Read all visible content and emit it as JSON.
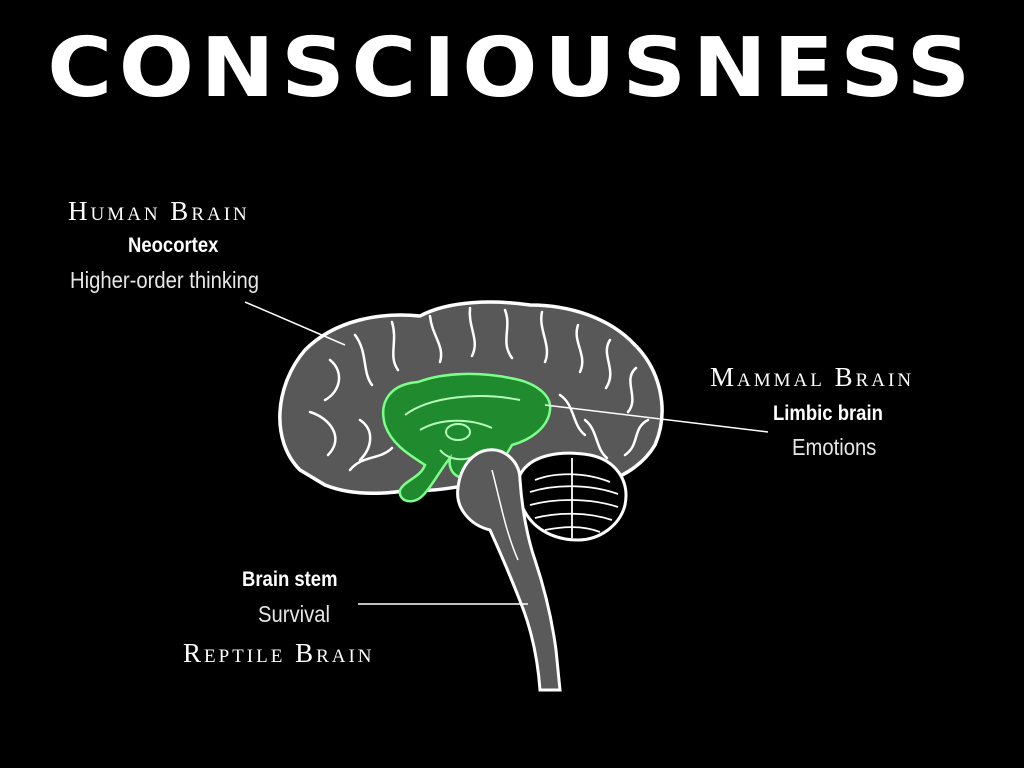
{
  "title": "CONSCIOUSNESS",
  "labels": {
    "human": {
      "heading": "Human Brain",
      "part": "Neocortex",
      "function": "Higher-order thinking"
    },
    "mammal": {
      "heading": "Mammal Brain",
      "part": "Limbic brain",
      "function": "Emotions"
    },
    "reptile": {
      "part": "Brain stem",
      "function": "Survival",
      "heading": "Reptile Brain"
    }
  },
  "colors": {
    "background": "#000000",
    "cortex": "#5a5a5a",
    "outline": "#ffffff",
    "limbic": "#1f8a2e",
    "limbic_outline": "#7dff8a"
  }
}
